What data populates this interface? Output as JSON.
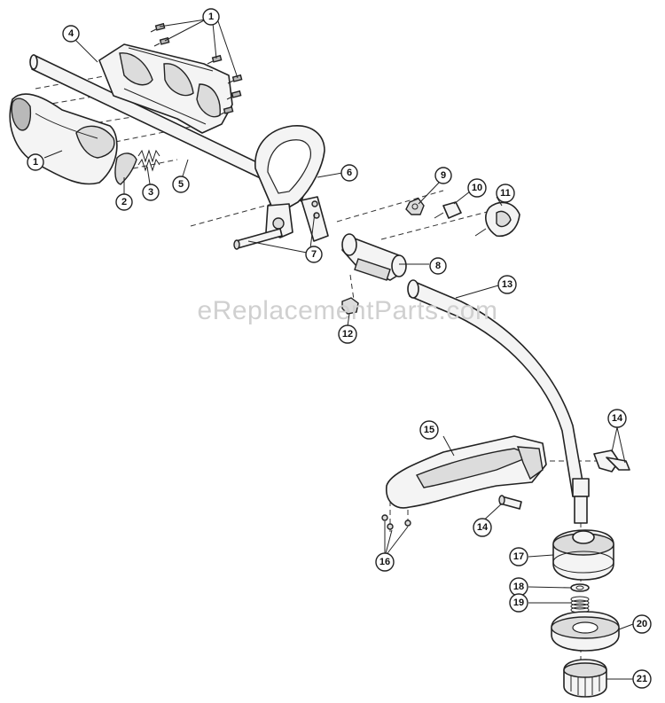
{
  "watermark": "eReplacementParts.com",
  "callouts": [
    {
      "id": "c1a",
      "label": "1"
    },
    {
      "id": "c1b",
      "label": "1"
    },
    {
      "id": "c2",
      "label": "2"
    },
    {
      "id": "c3",
      "label": "3"
    },
    {
      "id": "c4",
      "label": "4"
    },
    {
      "id": "c5",
      "label": "5"
    },
    {
      "id": "c6",
      "label": "6"
    },
    {
      "id": "c7",
      "label": "7"
    },
    {
      "id": "c8",
      "label": "8"
    },
    {
      "id": "c9",
      "label": "9"
    },
    {
      "id": "c10",
      "label": "10"
    },
    {
      "id": "c11",
      "label": "11"
    },
    {
      "id": "c12",
      "label": "12"
    },
    {
      "id": "c13",
      "label": "13"
    },
    {
      "id": "c14a",
      "label": "14"
    },
    {
      "id": "c14b",
      "label": "14"
    },
    {
      "id": "c15",
      "label": "15"
    },
    {
      "id": "c16",
      "label": "16"
    },
    {
      "id": "c17",
      "label": "17"
    },
    {
      "id": "c18",
      "label": "18"
    },
    {
      "id": "c19",
      "label": "19"
    },
    {
      "id": "c20",
      "label": "20"
    },
    {
      "id": "c21",
      "label": "21"
    }
  ]
}
